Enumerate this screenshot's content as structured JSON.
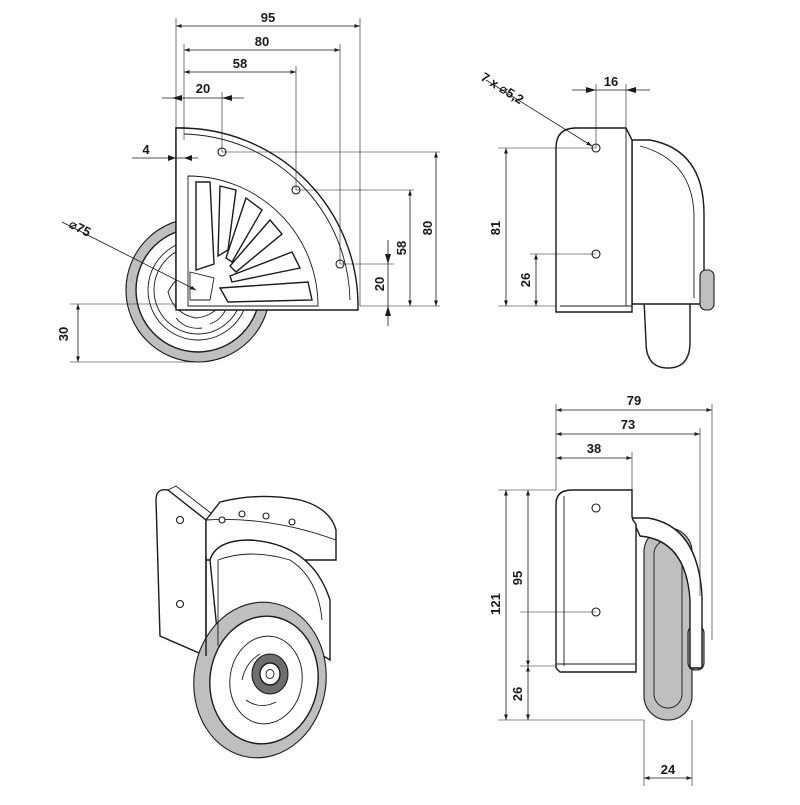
{
  "dimensions": {
    "front": {
      "w95": "95",
      "w80": "80",
      "w58": "58",
      "w20": "20",
      "w4": "4",
      "dia75": "⌀75",
      "h30": "30",
      "h20": "20",
      "h58": "58",
      "h80": "80"
    },
    "side_top": {
      "holes": "7 x ⌀5,2",
      "w16": "16",
      "h81": "81",
      "h26": "26"
    },
    "side_bottom": {
      "w79": "79",
      "w73": "73",
      "w38": "38",
      "h121": "121",
      "h95": "95",
      "h26": "26",
      "w24": "24"
    }
  }
}
